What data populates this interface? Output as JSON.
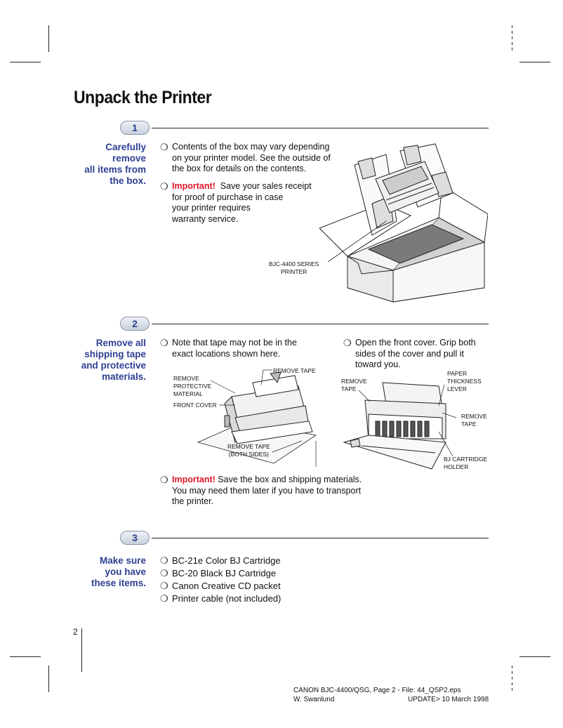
{
  "page": {
    "title": "Unpack the Printer",
    "page_number": "2"
  },
  "step1": {
    "number": "1",
    "heading": [
      "Carefully remove",
      "all items from",
      "the box."
    ],
    "bullet1": [
      "Contents of the box may vary depending",
      "on your printer model. See the outside of",
      "the box for details on the contents."
    ],
    "bullet2_important": "Important!",
    "bullet2": [
      "Save your sales receipt",
      "for proof of purchase in case",
      "your printer requires",
      "warranty service."
    ],
    "callout": [
      "BJC-4400 SERIES",
      "PRINTER"
    ]
  },
  "step2": {
    "number": "2",
    "heading": [
      "Remove all",
      "shipping tape",
      "and protective",
      "materials."
    ],
    "bullet1": [
      "Note that tape may not be in the",
      "exact locations shown here."
    ],
    "bullet2": [
      "Open the front cover. Grip both",
      "sides of the cover and pull it",
      "toward you."
    ],
    "callouts_left": {
      "remove_tape": "REMOVE TAPE",
      "remove_protective": [
        "REMOVE",
        "PROTECTIVE",
        "MATERIAL"
      ],
      "front_cover": "FRONT COVER",
      "remove_tape_both": [
        "REMOVE TAPE",
        "(BOTH SIDES)"
      ]
    },
    "callouts_right": {
      "remove_tape": [
        "REMOVE",
        "TAPE"
      ],
      "paper_thickness": [
        "PAPER",
        "THICKNESS",
        "LEVER"
      ],
      "remove_tape_2": [
        "REMOVE",
        "TAPE"
      ],
      "bj_cartridge": [
        "BJ CARTRIDGE",
        "HOLDER"
      ]
    },
    "bullet3_important": "Important!",
    "bullet3": [
      "Save the box and shipping materials.",
      "You may need them later if you have to transport",
      "the printer."
    ]
  },
  "step3": {
    "number": "3",
    "heading": [
      "Make sure",
      "you have",
      "these items."
    ],
    "items": [
      "BC-21e Color BJ Cartridge",
      "BC-20 Black BJ Cartridge",
      "Canon Creative CD packet",
      "Printer cable (not included)"
    ]
  },
  "footer": {
    "line1": "CANON BJC-4400/QSG, Page 2  -  File: 44_QSP2.eps",
    "author": "W. Swanlund",
    "update": "UPDATE> 10 March 1998"
  },
  "icons": {
    "bullet": "open-circle-bullet-icon"
  }
}
